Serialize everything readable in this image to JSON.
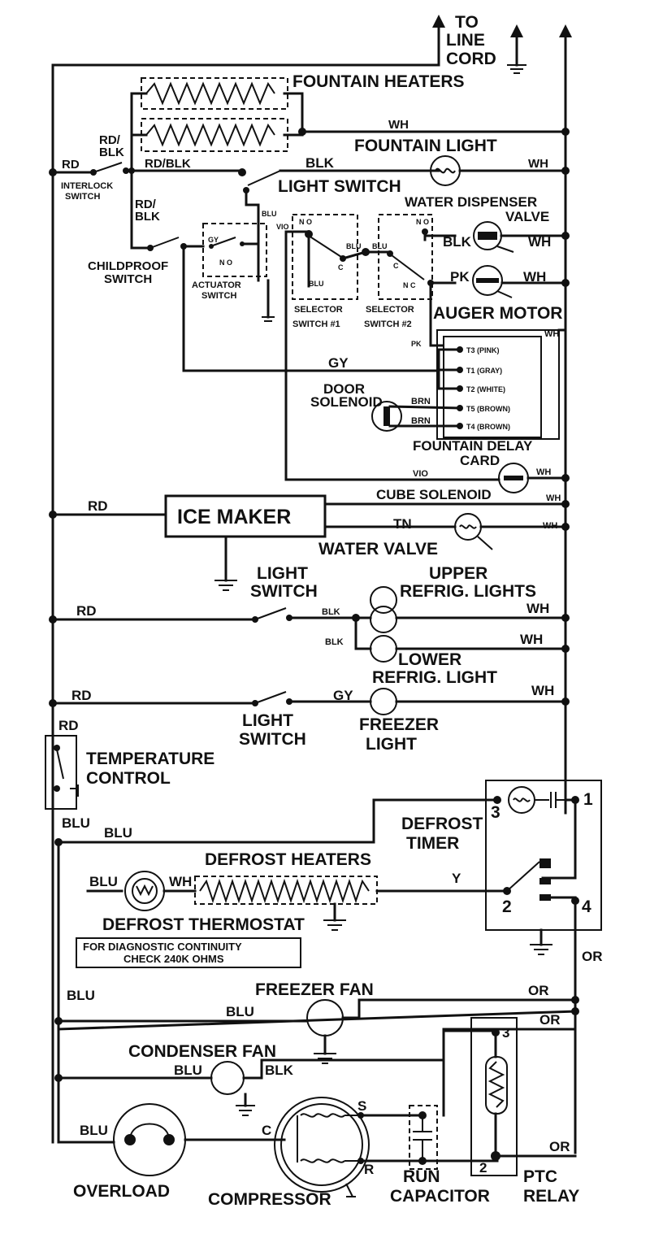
{
  "labels": {
    "to_line_cord": [
      "TO",
      "LINE",
      "CORD"
    ],
    "fountain_heaters": "FOUNTAIN HEATERS",
    "fountain_light": "FOUNTAIN LIGHT",
    "light_switch_1": "LIGHT SWITCH",
    "interlock_switch": [
      "INTERLOCK",
      "SWITCH"
    ],
    "water_dispenser_valve": [
      "WATER DISPENSER",
      "VALVE"
    ],
    "childproof_switch": [
      "CHILDPROOF",
      "SWITCH"
    ],
    "actuator_switch": [
      "ACTUATOR",
      "SWITCH"
    ],
    "selector_switch_1": [
      "SELECTOR",
      "SWITCH #1"
    ],
    "selector_switch_2": [
      "SELECTOR",
      "SWITCH #2"
    ],
    "auger_motor": "AUGER MOTOR",
    "door_solenoid": [
      "DOOR",
      "SOLENOID"
    ],
    "fountain_delay_card": [
      "FOUNTAIN DELAY",
      "CARD"
    ],
    "delay_terminals": [
      "T3 (PINK)",
      "T1 (GRAY)",
      "T2 (WHITE)",
      "T5 (BROWN)",
      "T4 (BROWN)"
    ],
    "cube_solenoid": "CUBE SOLENOID",
    "ice_maker": "ICE MAKER",
    "water_valve": "WATER VALVE",
    "light_switch_2": [
      "LIGHT",
      "SWITCH"
    ],
    "upper_refrig_lights": [
      "UPPER",
      "REFRIG. LIGHTS"
    ],
    "lower_refrig_light": [
      "LOWER",
      "REFRIG. LIGHT"
    ],
    "light_switch_3": [
      "LIGHT",
      "SWITCH"
    ],
    "freezer_light": [
      "FREEZER",
      "LIGHT"
    ],
    "temperature_control": [
      "TEMPERATURE",
      "CONTROL"
    ],
    "defrost_timer": [
      "DEFROST",
      "TIMER"
    ],
    "defrost_heaters": "DEFROST HEATERS",
    "defrost_thermostat": "DEFROST THERMOSTAT",
    "diagnostic_note": [
      "FOR DIAGNOSTIC CONTINUITY",
      "CHECK 240K OHMS"
    ],
    "freezer_fan": "FREEZER FAN",
    "condenser_fan": "CONDENSER FAN",
    "overload": "OVERLOAD",
    "compressor": "COMPRESSOR",
    "run_capacitor": [
      "RUN",
      "CAPACITOR"
    ],
    "ptc_relay": [
      "PTC",
      "RELAY"
    ]
  },
  "switch_contacts": {
    "gy": "GY",
    "nc": "N C",
    "no": "N O",
    "c": "C"
  },
  "timer_terminals": [
    "1",
    "2",
    "3",
    "4"
  ],
  "relay_terminals": [
    "2",
    "3"
  ],
  "compressor_terminals": [
    "C",
    "S",
    "R"
  ],
  "wire_codes": {
    "wh": "WH",
    "blk": "BLK",
    "rd": "RD",
    "rd_blk": "RD/BLK",
    "rd_blk_stack": [
      "RD/",
      "BLK"
    ],
    "blu": "BLU",
    "vio": "VIO",
    "gy": "GY",
    "pk": "PK",
    "brn": "BRN",
    "tn": "TN",
    "y": "Y",
    "or": "OR"
  }
}
